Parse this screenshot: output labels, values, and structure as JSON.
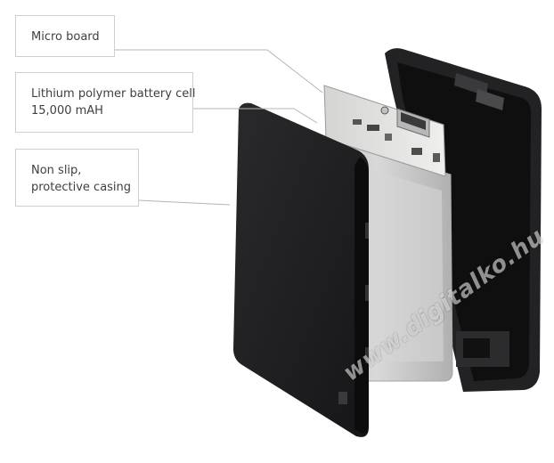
{
  "callouts": {
    "micro_board": {
      "line1": "Micro board"
    },
    "battery": {
      "line1": "Lithium polymer battery cell",
      "line2": "15,000 mAH"
    },
    "casing": {
      "line1": "Non slip,",
      "line2": "protective casing"
    }
  },
  "watermark": "www.digitalko.hu",
  "colors": {
    "casing": "#1e1e20",
    "battery_cell": "#c9c9c9",
    "circuit_board": "#e6e6e4",
    "leader_line": "#b5b5b5",
    "callout_border": "#cfcfcf"
  }
}
